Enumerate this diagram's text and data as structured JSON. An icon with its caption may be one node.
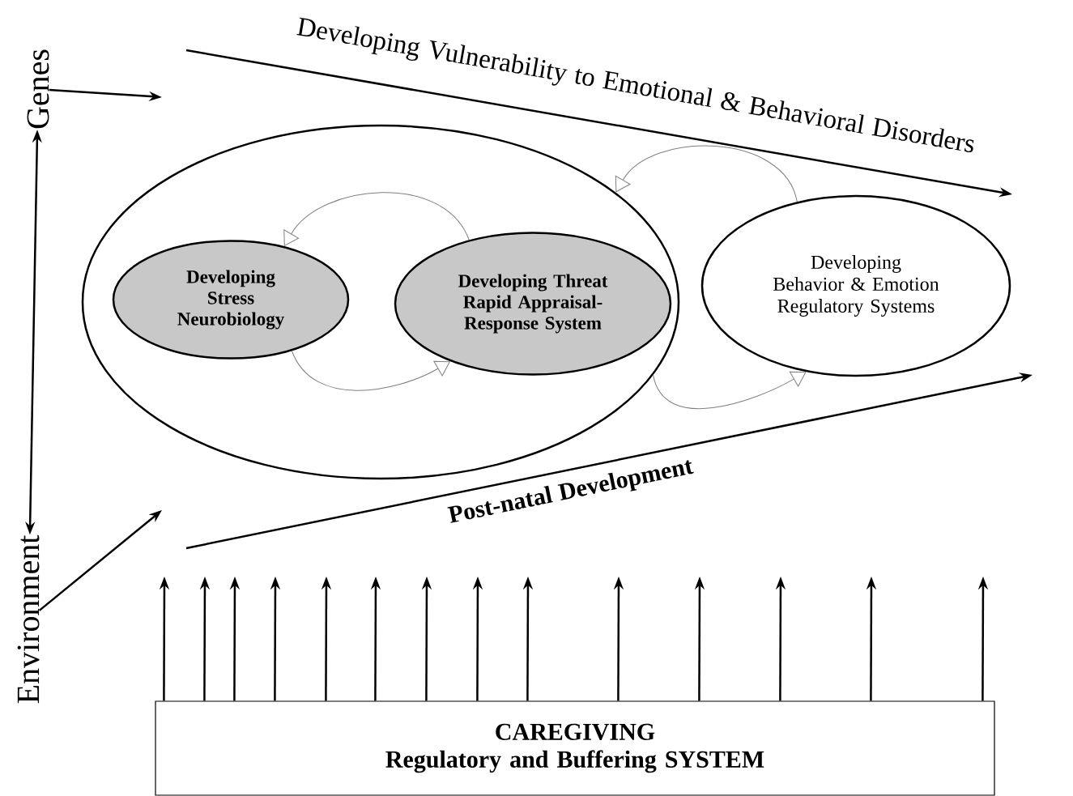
{
  "diagram": {
    "nodes": [
      {
        "text": [
          "Genes"
        ]
      },
      {
        "text": [
          "Environment"
        ]
      },
      {
        "text": [],
        "shape": "ellipse"
      },
      {
        "text": [
          "Developing Stress Neurobiology"
        ],
        "in": 2
      },
      {
        "text": [
          "Developing Threat Rapid Appraisal-Response System"
        ],
        "in": 2
      },
      {
        "text": [
          "Developing Behavior & Emotion Regulatory Systems"
        ]
      },
      {
        "text": [
          "CAREGIVING",
          "Regulatory and Buffering SYSTEM"
        ]
      }
    ],
    "edges": [
      {
        "from": 0,
        "to": 1,
        "arrow": "both"
      },
      {
        "from": 0,
        "to": null,
        "arrow": "to"
      },
      {
        "from": 1,
        "to": null,
        "arrow": "to"
      },
      {
        "from": 4,
        "to": 3,
        "arrow": "to",
        "color": "#7f7f7f"
      },
      {
        "from": 3,
        "to": 4,
        "arrow": "to",
        "color": "#7f7f7f"
      },
      {
        "from": 5,
        "to": 2,
        "arrow": "to",
        "color": "#7f7f7f"
      },
      {
        "from": 2,
        "to": 5,
        "arrow": "to",
        "color": "#7f7f7f"
      },
      {
        "from": 6,
        "to": null,
        "arrow": "to"
      },
      {
        "from": 6,
        "to": null,
        "arrow": "to"
      },
      {
        "from": 6,
        "to": null,
        "arrow": "to"
      },
      {
        "from": 6,
        "to": null,
        "arrow": "to"
      },
      {
        "from": 6,
        "to": null,
        "arrow": "to"
      },
      {
        "from": 6,
        "to": null,
        "arrow": "to"
      },
      {
        "from": 6,
        "to": null,
        "arrow": "to"
      },
      {
        "from": 6,
        "to": null,
        "arrow": "to"
      },
      {
        "from": 6,
        "to": null,
        "arrow": "to"
      },
      {
        "from": 6,
        "to": null,
        "arrow": "to"
      },
      {
        "from": 6,
        "to": null,
        "arrow": "to"
      },
      {
        "from": 6,
        "to": null,
        "arrow": "to"
      },
      {
        "from": 6,
        "to": null,
        "arrow": "to"
      },
      {
        "from": 6,
        "to": null,
        "arrow": "to"
      }
    ],
    "labels": [
      "Developing Vulnerability to Emotional & Behavioral Disorders",
      "Post-natal Development"
    ]
  }
}
